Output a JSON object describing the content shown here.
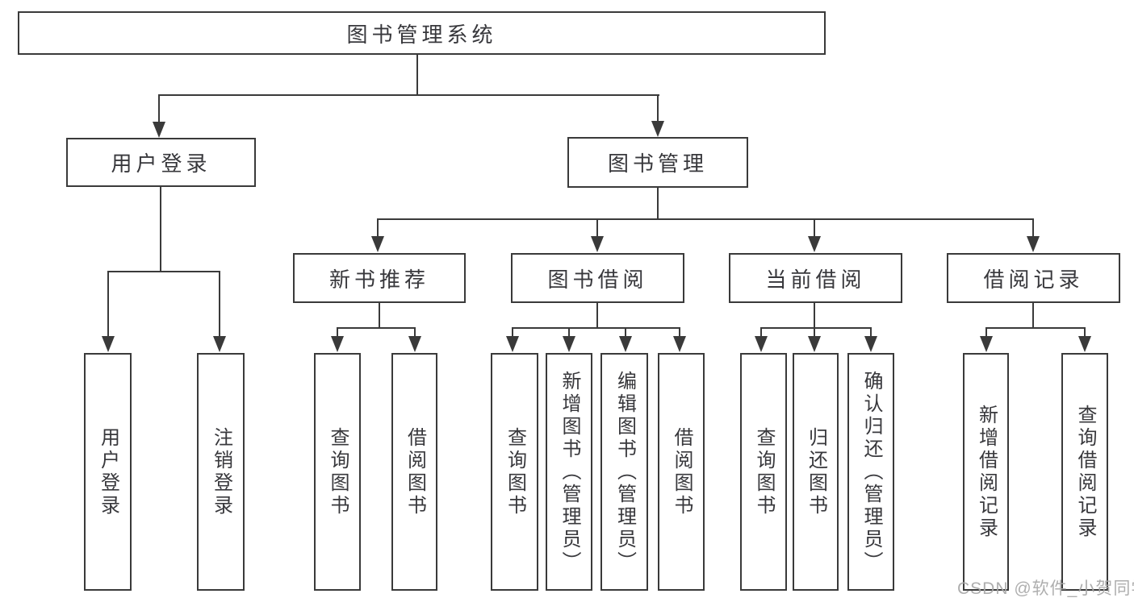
{
  "diagram": {
    "type": "tree",
    "title": "图书管理系统",
    "colors": {
      "line": "#3a3a3a",
      "text": "#38383c",
      "background": "#ffffff",
      "watermark": "#a8a8a8"
    },
    "root": {
      "label": "图书管理系统",
      "children": [
        {
          "label": "用户登录",
          "children": [
            {
              "label": "用户登录"
            },
            {
              "label": "注销登录"
            }
          ]
        },
        {
          "label": "图书管理",
          "children": [
            {
              "label": "新书推荐",
              "children": [
                {
                  "label": "查询图书"
                },
                {
                  "label": "借阅图书"
                }
              ]
            },
            {
              "label": "图书借阅",
              "children": [
                {
                  "label": "查询图书"
                },
                {
                  "label": "新增图书（管理员）"
                },
                {
                  "label": "编辑图书（管理员）"
                },
                {
                  "label": "借阅图书"
                }
              ]
            },
            {
              "label": "当前借阅",
              "children": [
                {
                  "label": "查询图书"
                },
                {
                  "label": "归还图书"
                },
                {
                  "label": "确认归还（管理员）"
                }
              ]
            },
            {
              "label": "借阅记录",
              "children": [
                {
                  "label": "新增借阅记录"
                },
                {
                  "label": "查询借阅记录"
                }
              ]
            }
          ]
        }
      ]
    },
    "watermark": "CSDN @软件_小贺同学"
  }
}
